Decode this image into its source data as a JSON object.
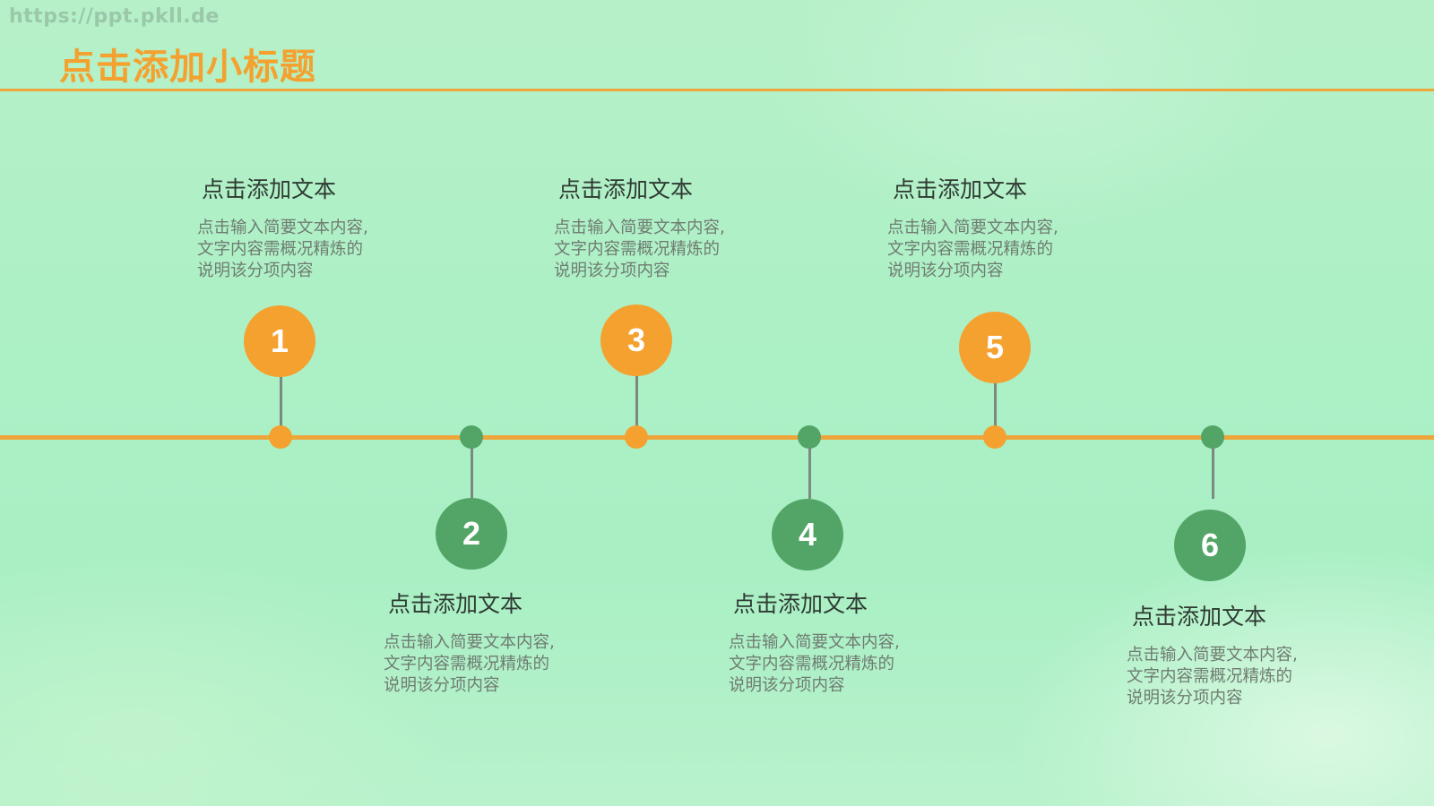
{
  "watermark": "https://ppt.pkll.de",
  "header": {
    "title": "点击添加小标题"
  },
  "colors": {
    "accent_orange": "#f4a12f",
    "accent_green": "#52a566",
    "stem_gray": "#7a8a80",
    "title_text": "#2e3a32",
    "body_text": "#6f7c72"
  },
  "timeline": {
    "items": [
      {
        "number": "1",
        "color": "orange",
        "position": "top",
        "title": "点击添加文本",
        "desc": [
          "点击输入简要文本内容,",
          "文字内容需概况精炼的",
          "说明该分项内容"
        ]
      },
      {
        "number": "2",
        "color": "green",
        "position": "bottom",
        "title": "点击添加文本",
        "desc": [
          "点击输入简要文本内容,",
          "文字内容需概况精炼的",
          "说明该分项内容"
        ]
      },
      {
        "number": "3",
        "color": "orange",
        "position": "top",
        "title": "点击添加文本",
        "desc": [
          "点击输入简要文本内容,",
          "文字内容需概况精炼的",
          "说明该分项内容"
        ]
      },
      {
        "number": "4",
        "color": "green",
        "position": "bottom",
        "title": "点击添加文本",
        "desc": [
          "点击输入简要文本内容,",
          "文字内容需概况精炼的",
          "说明该分项内容"
        ]
      },
      {
        "number": "5",
        "color": "orange",
        "position": "top",
        "title": "点击添加文本",
        "desc": [
          "点击输入简要文本内容,",
          "文字内容需概况精炼的",
          "说明该分项内容"
        ]
      },
      {
        "number": "6",
        "color": "green",
        "position": "bottom",
        "title": "点击添加文本",
        "desc": [
          "点击输入简要文本内容,",
          "文字内容需概况精炼的",
          "说明该分项内容"
        ]
      }
    ]
  }
}
